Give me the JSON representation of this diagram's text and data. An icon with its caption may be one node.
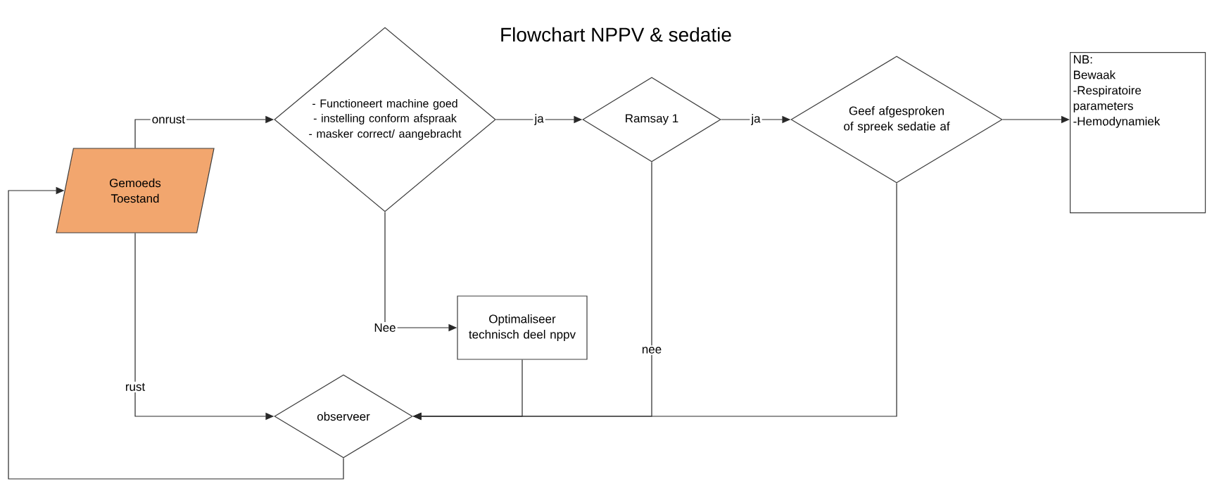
{
  "diagram": {
    "title": "Flowchart NPPV & sedatie",
    "nodes": [
      {
        "text": [
          "Gemoeds Toestand"
        ]
      },
      {
        "text": [
          "- Functioneert machine goed",
          "- instelling conform afspraak",
          "- masker correct/ aangebracht"
        ]
      },
      {
        "text": [
          "Ramsay 1"
        ]
      },
      {
        "text": [
          "Geef afgesproken of spreek sedatie af"
        ]
      },
      {
        "text": [
          "NB:",
          "Bewaak",
          "-Respiratoire parameters",
          "-Hemodynamiek"
        ]
      },
      {
        "text": [
          "Optimaliseer technisch deel nppv"
        ]
      },
      {
        "text": [
          "observeer"
        ]
      }
    ],
    "edges": [
      {
        "from": 0,
        "to": 1,
        "arrow": "to",
        "label": "onrust"
      },
      {
        "from": 1,
        "to": 2,
        "arrow": "to",
        "label": "ja"
      },
      {
        "from": 2,
        "to": 3,
        "arrow": "to",
        "label": "ja"
      },
      {
        "from": 3,
        "to": 4,
        "arrow": "to"
      },
      {
        "from": 1,
        "to": 5,
        "arrow": "to",
        "label": "Nee"
      },
      {
        "from": 0,
        "to": 6,
        "arrow": "to",
        "label": "rust"
      },
      {
        "from": 5,
        "to": 6,
        "arrow": "to"
      },
      {
        "from": 2,
        "to": 6,
        "arrow": "to",
        "label": "nee"
      },
      {
        "from": 3,
        "to": 6,
        "arrow": "to"
      },
      {
        "from": 6,
        "to": 0,
        "arrow": "to"
      }
    ]
  }
}
